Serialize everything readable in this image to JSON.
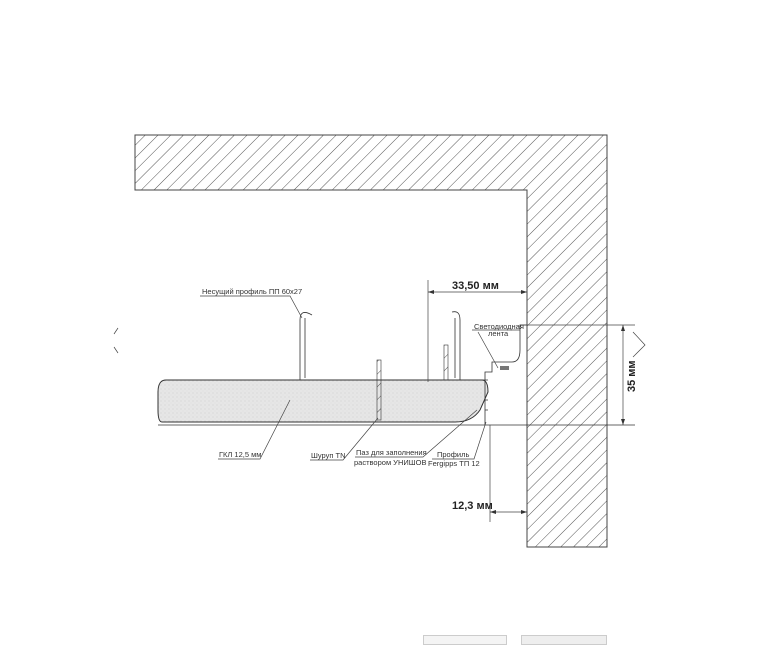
{
  "labels": {
    "profile_pp": "Несущий профиль ПП 60x27",
    "led_tape_1": "Светодиодная",
    "led_tape_2": "лента",
    "gkl": "ГКЛ 12,5 мм",
    "screw": "Шуруп TN",
    "groove_1": "Паз для заполнения",
    "groove_2": "раствором УНИШОВ",
    "profile_tp_1": "Профиль",
    "profile_tp_2": "Fergipps ТП 12"
  },
  "dimensions": {
    "gap_width": "33,50 мм",
    "height": "35 мм",
    "offset": "12,3 мм"
  },
  "colors": {
    "hatch": "#555555",
    "board": "#e4e4e4",
    "line": "#333333"
  }
}
